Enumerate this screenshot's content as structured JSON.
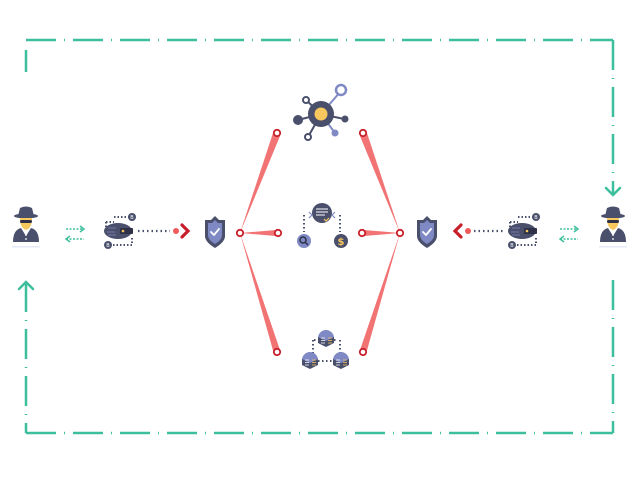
{
  "diagram": {
    "type": "network-flow",
    "colors": {
      "loop": "#3dbf9e",
      "link": "#ef5a5a",
      "link_node": "#c8202a",
      "chevron": "#c8202a",
      "icon_dark": "#4a4f6b",
      "icon_light": "#7f89c4",
      "accent_yellow": "#f8c75d",
      "shadow": "#e4eaf7"
    },
    "actors": [
      {
        "id": "left-agent",
        "icon": "spy-icon"
      },
      {
        "id": "right-agent",
        "icon": "spy-icon"
      }
    ],
    "gateways": [
      {
        "id": "left-wallet",
        "icon": "crypto-wallet-icon"
      },
      {
        "id": "right-wallet",
        "icon": "crypto-wallet-icon"
      }
    ],
    "shields": [
      {
        "id": "left-shield",
        "icon": "shield-check-icon"
      },
      {
        "id": "right-shield",
        "icon": "shield-check-icon"
      }
    ],
    "middle_nodes": [
      {
        "id": "network-hub",
        "icon": "network-hub-icon"
      },
      {
        "id": "document-exchange",
        "icon": "document-exchange-icon"
      },
      {
        "id": "distributed-servers",
        "icon": "server-cluster-icon"
      }
    ],
    "loop": {
      "style": "dash-dot",
      "arrows": [
        "down-right",
        "up-left"
      ]
    }
  }
}
